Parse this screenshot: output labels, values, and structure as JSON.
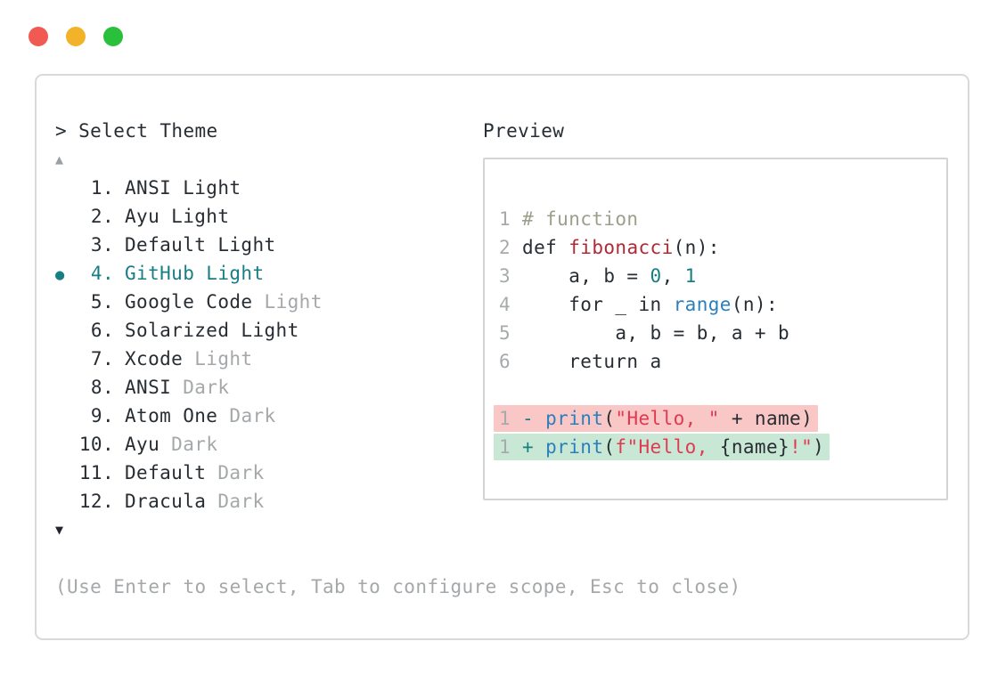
{
  "window": {
    "traffic_lights": [
      {
        "name": "close",
        "color": "#f15953"
      },
      {
        "name": "minimize",
        "color": "#f2b32b"
      },
      {
        "name": "zoom",
        "color": "#2bc03c"
      }
    ]
  },
  "theme_picker": {
    "title": "> Select Theme",
    "scroll_up": "▲",
    "scroll_down": "▼",
    "selected_index": 3,
    "items": [
      {
        "bullet": "",
        "num": "1.",
        "name": "ANSI Light",
        "suffix": ""
      },
      {
        "bullet": "",
        "num": "2.",
        "name": "Ayu Light",
        "suffix": ""
      },
      {
        "bullet": "",
        "num": "3.",
        "name": "Default Light",
        "suffix": ""
      },
      {
        "bullet": "●",
        "num": "4.",
        "name": "GitHub Light",
        "suffix": ""
      },
      {
        "bullet": "",
        "num": "5.",
        "name": "Google Code",
        "suffix": " Light"
      },
      {
        "bullet": "",
        "num": "6.",
        "name": "Solarized Light",
        "suffix": ""
      },
      {
        "bullet": "",
        "num": "7.",
        "name": "Xcode",
        "suffix": " Light"
      },
      {
        "bullet": "",
        "num": "8.",
        "name": "ANSI",
        "suffix": " Dark"
      },
      {
        "bullet": "",
        "num": "9.",
        "name": "Atom One",
        "suffix": " Dark"
      },
      {
        "bullet": "",
        "num": "10.",
        "name": "Ayu",
        "suffix": " Dark"
      },
      {
        "bullet": "",
        "num": "11.",
        "name": "Default",
        "suffix": " Dark"
      },
      {
        "bullet": "",
        "num": "12.",
        "name": "Dracula",
        "suffix": " Dark"
      }
    ],
    "hint": "(Use Enter to select, Tab to configure scope, Esc to close)"
  },
  "preview": {
    "label": "Preview",
    "code": {
      "l1": {
        "no": "1",
        "comment": "# function"
      },
      "l2": {
        "no": "2",
        "p1": "def ",
        "fn": "fibonacci",
        "p2": "(n):"
      },
      "l3": {
        "no": "3",
        "p1": "    a, b = ",
        "n1": "0",
        "p2": ", ",
        "n2": "1"
      },
      "l4": {
        "no": "4",
        "p1": "    for _ in ",
        "fn": "range",
        "p2": "(n):"
      },
      "l5": {
        "no": "5",
        "p1": "        a, b = b, a + b"
      },
      "l6": {
        "no": "6",
        "p1": "    return a"
      }
    },
    "diff": {
      "removed": {
        "no": "1",
        "sign": "- ",
        "fn": "print",
        "p1": "(",
        "s1": "\"Hello, \"",
        "p2": " + name)"
      },
      "added": {
        "no": "1",
        "sign": "+ ",
        "fn": "print",
        "p1": "(",
        "s1": "f\"Hello, ",
        "p2": "{name}",
        "s2": "!\"",
        "p3": ")"
      }
    }
  },
  "colors": {
    "accent_teal": "#177e84",
    "builtin_blue": "#2b7fbd",
    "string_red": "#e23950",
    "function_red": "#b02a33",
    "comment_olive": "#9aa08b",
    "muted_gray": "#a5a8aa",
    "text_dark": "#272d33",
    "diff_removed_bg": "#f8c7c6",
    "diff_added_bg": "#c8e8d5",
    "panel_border": "#d9d9d9"
  }
}
